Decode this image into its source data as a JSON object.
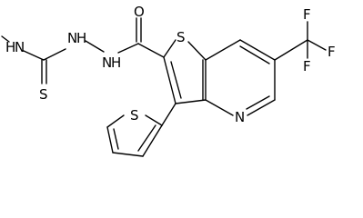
{
  "molecule": {
    "atoms": {
      "nh_methyl": "H",
      "nh_methyl_n": "N",
      "nh_hydrazide_1": "N",
      "nh_hydrazide_1_h": "H",
      "nh_hydrazide_2": "N",
      "nh_hydrazide_2_h": "H",
      "thione_s": "S",
      "carbonyl_o": "O",
      "ring_s": "S",
      "pyridine_n": "N",
      "thiophene_s": "S",
      "f1": "F",
      "f2": "F",
      "f3": "F"
    }
  }
}
